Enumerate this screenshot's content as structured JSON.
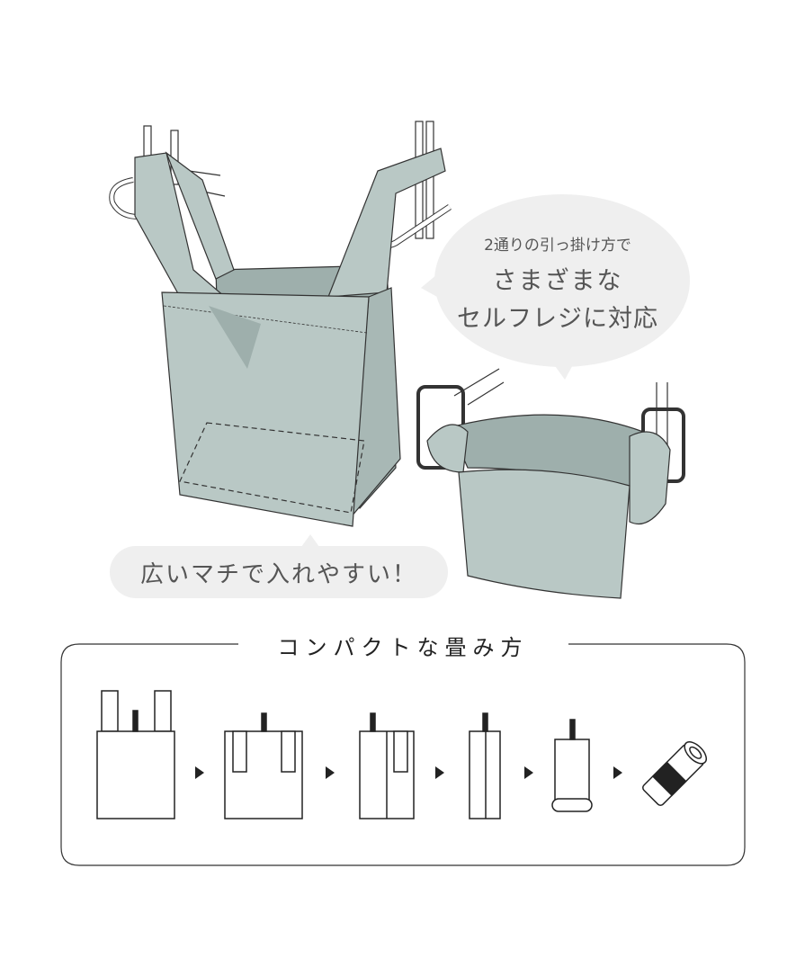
{
  "bubble_top": {
    "line1": "2通りの引っ掛け方で",
    "line2": "さまざまな",
    "line3": "セルフレジに対応"
  },
  "bubble_bottom": {
    "text": "広いマチで入れやすい！"
  },
  "folding": {
    "title": "コンパクトな畳み方",
    "steps": 6
  },
  "colors": {
    "bag": "#b9c8c5",
    "bag_inner": "#9eafac",
    "bubble": "#efefef",
    "text": "#555555"
  }
}
